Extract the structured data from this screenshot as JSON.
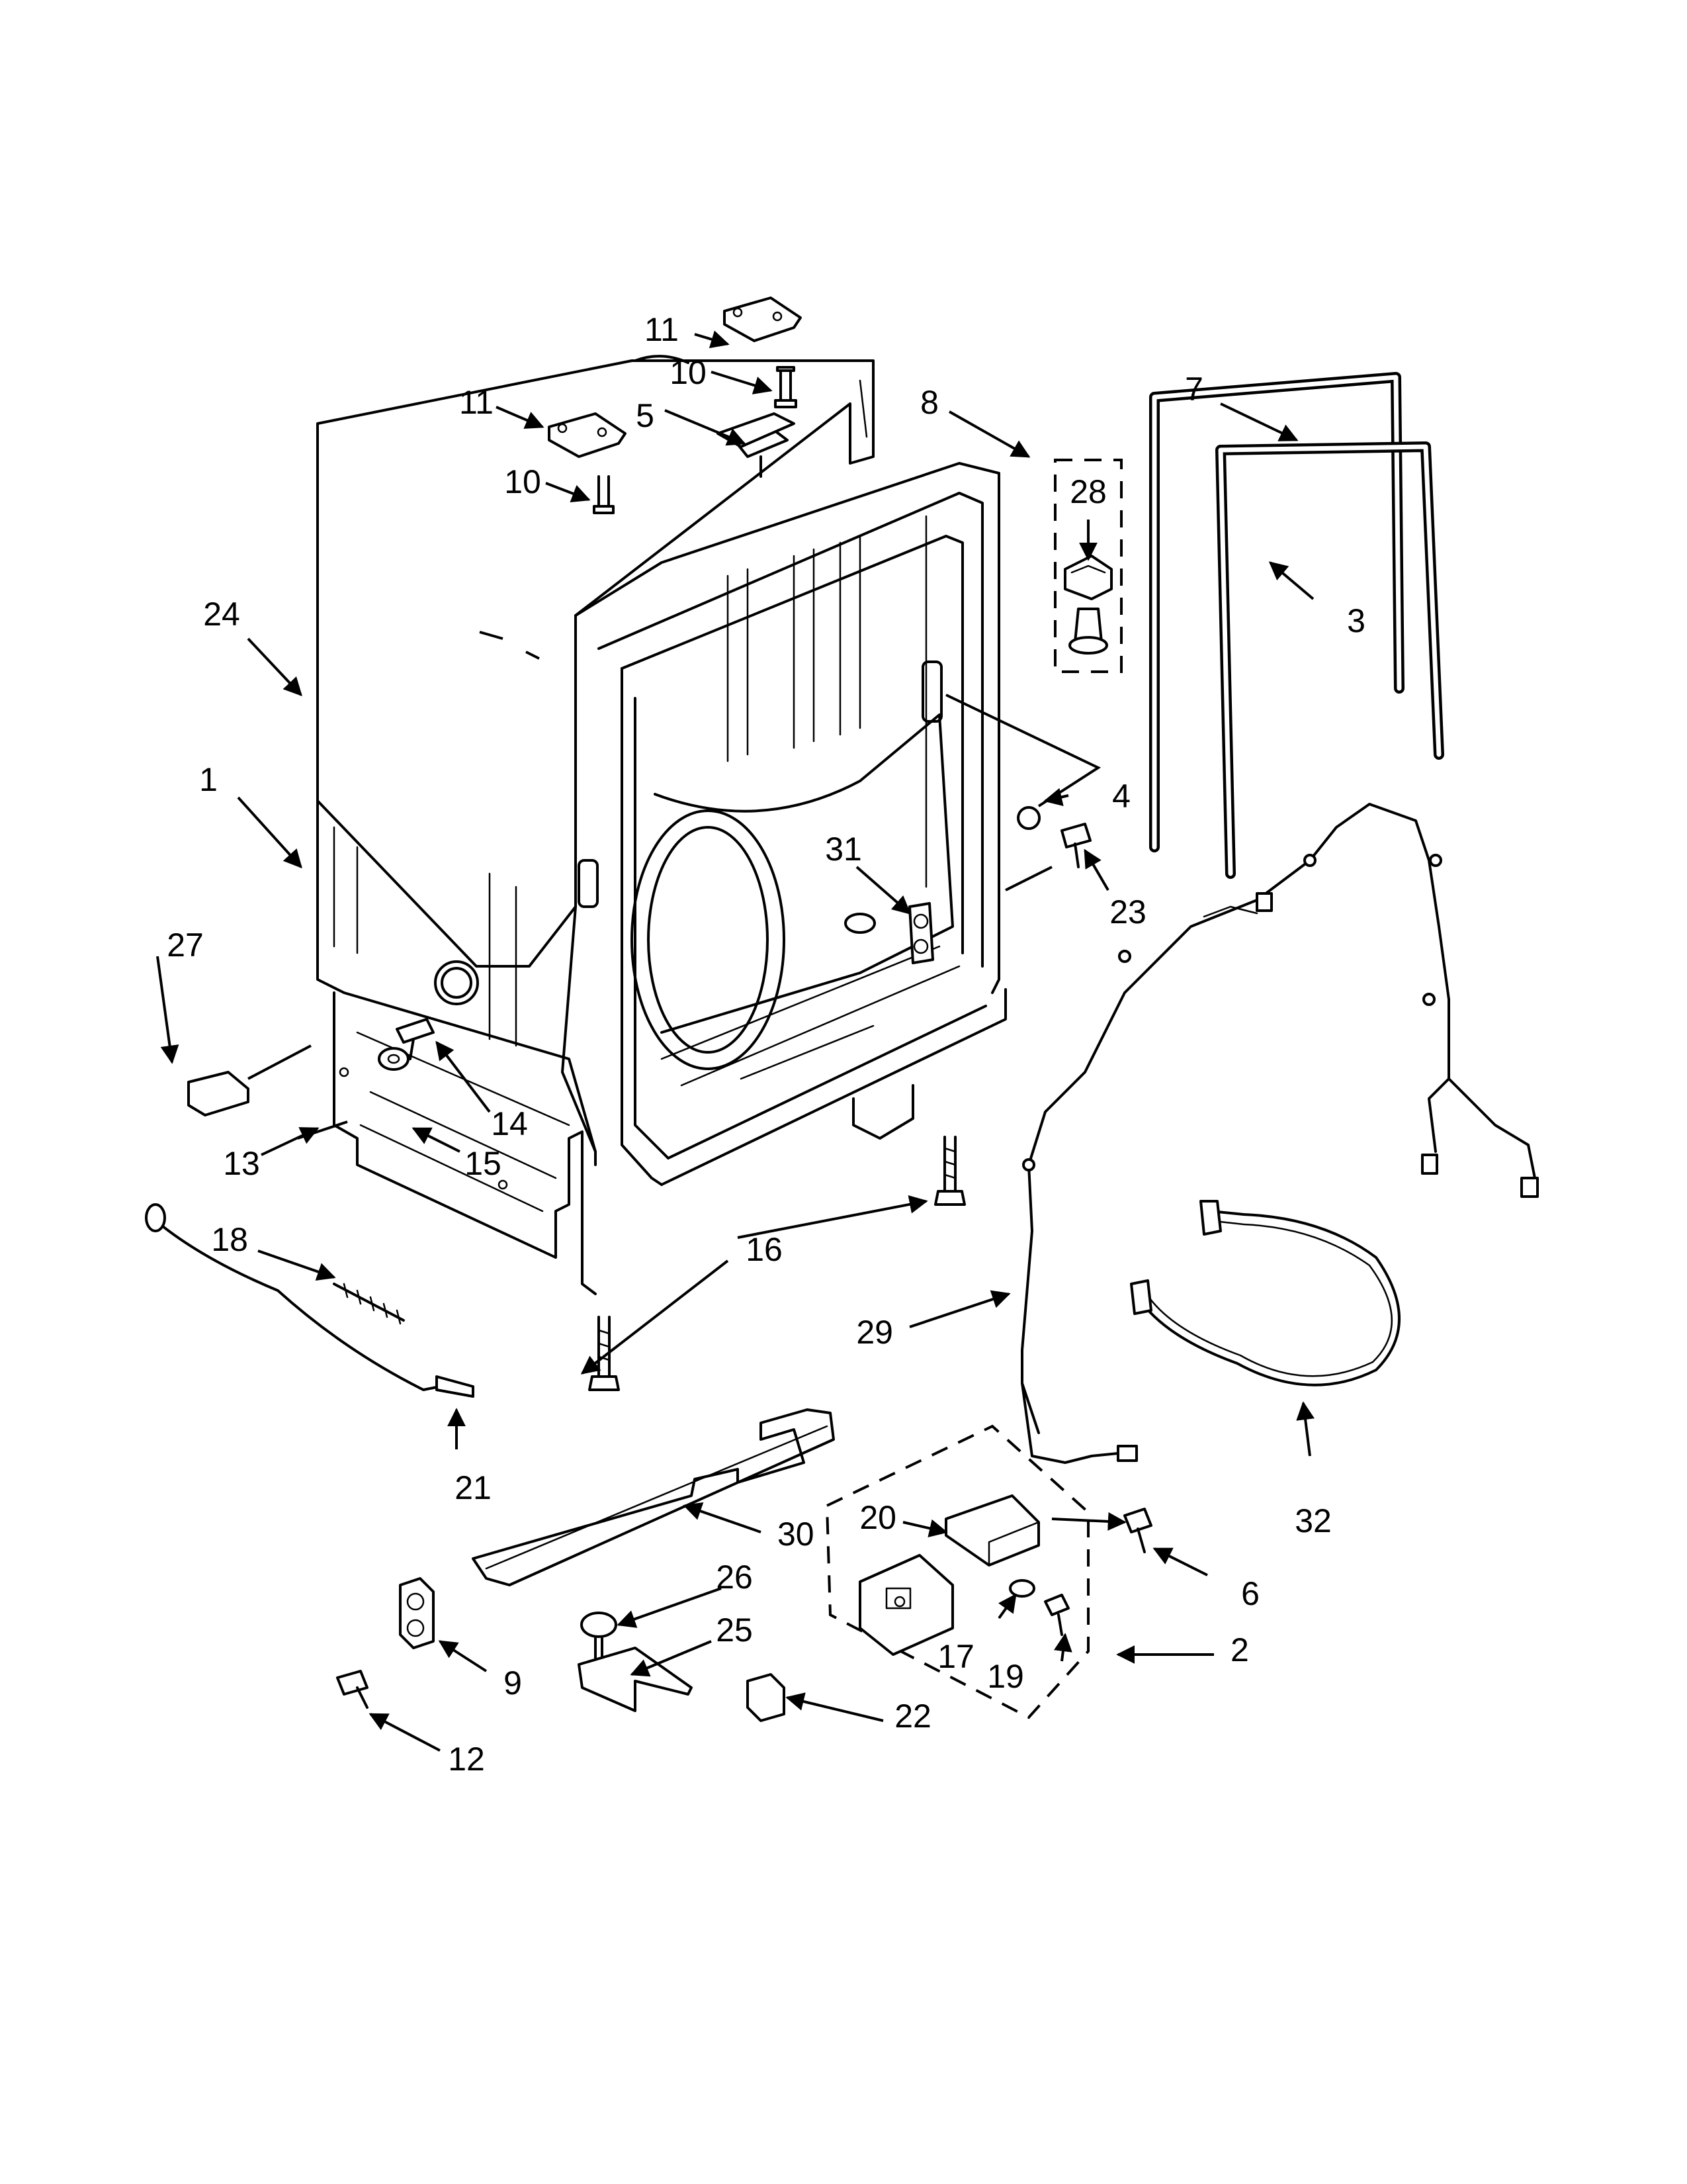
{
  "callouts": [
    {
      "id": "1",
      "label": "1"
    },
    {
      "id": "2",
      "label": "2"
    },
    {
      "id": "3",
      "label": "3"
    },
    {
      "id": "4",
      "label": "4"
    },
    {
      "id": "5",
      "label": "5"
    },
    {
      "id": "6",
      "label": "6"
    },
    {
      "id": "7",
      "label": "7"
    },
    {
      "id": "8",
      "label": "8"
    },
    {
      "id": "9",
      "label": "9"
    },
    {
      "id": "10a",
      "label": "10"
    },
    {
      "id": "10b",
      "label": "10"
    },
    {
      "id": "11a",
      "label": "11"
    },
    {
      "id": "11b",
      "label": "11"
    },
    {
      "id": "12",
      "label": "12"
    },
    {
      "id": "13",
      "label": "13"
    },
    {
      "id": "14",
      "label": "14"
    },
    {
      "id": "15",
      "label": "15"
    },
    {
      "id": "16",
      "label": "16"
    },
    {
      "id": "17",
      "label": "17"
    },
    {
      "id": "18",
      "label": "18"
    },
    {
      "id": "19",
      "label": "19"
    },
    {
      "id": "20",
      "label": "20"
    },
    {
      "id": "21",
      "label": "21"
    },
    {
      "id": "22",
      "label": "22"
    },
    {
      "id": "23",
      "label": "23"
    },
    {
      "id": "24",
      "label": "24"
    },
    {
      "id": "25",
      "label": "25"
    },
    {
      "id": "26",
      "label": "26"
    },
    {
      "id": "27",
      "label": "27"
    },
    {
      "id": "28",
      "label": "28"
    },
    {
      "id": "29",
      "label": "29"
    },
    {
      "id": "30",
      "label": "30"
    },
    {
      "id": "31",
      "label": "31"
    },
    {
      "id": "32",
      "label": "32"
    }
  ]
}
